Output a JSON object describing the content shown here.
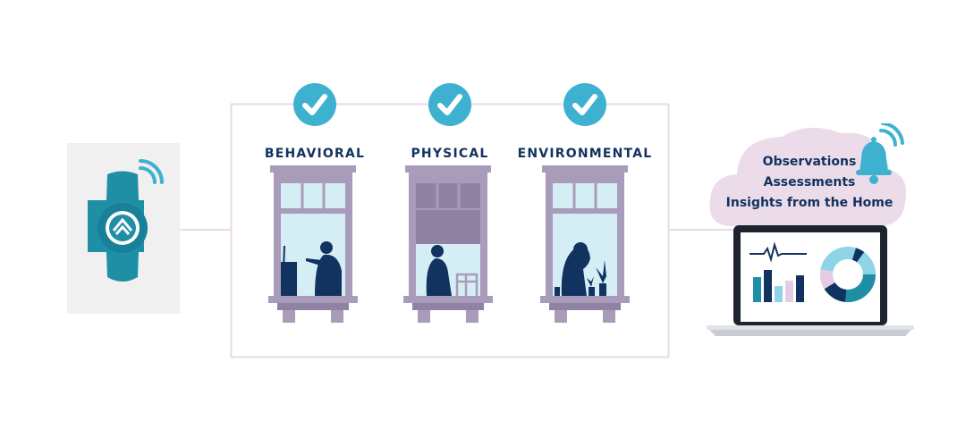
{
  "colors": {
    "navy": "#12325f",
    "teal": "#1f8fa6",
    "check": "#3eb1d1",
    "pane": "#d5eef6",
    "frame": "#a99cba",
    "frame_dark": "#8f82a3",
    "line": "#e8d9ea",
    "cloud": "#ecdcea",
    "panel_bg": "#f0f0f0"
  },
  "categories": [
    {
      "key": "behavioral",
      "label": "BEHAVIORAL",
      "icon": "check-icon",
      "scene": "person-painting-at-easel"
    },
    {
      "key": "physical",
      "label": "PHYSICAL",
      "icon": "check-icon",
      "scene": "person-with-walker"
    },
    {
      "key": "environmental",
      "label": "ENVIRONMENTAL",
      "icon": "check-icon",
      "scene": "person-tending-plants"
    }
  ],
  "callout": {
    "lines": [
      "Observations",
      "Assessments",
      "Insights from the Home"
    ],
    "icon": "bell-icon"
  },
  "device": {
    "icon": "sensor-device-icon",
    "signal": "wifi-signal-icon"
  },
  "laptop": {
    "icon": "laptop-icon",
    "widgets": [
      "heartbeat-line-icon",
      "bar-chart-icon",
      "donut-chart-icon"
    ]
  }
}
